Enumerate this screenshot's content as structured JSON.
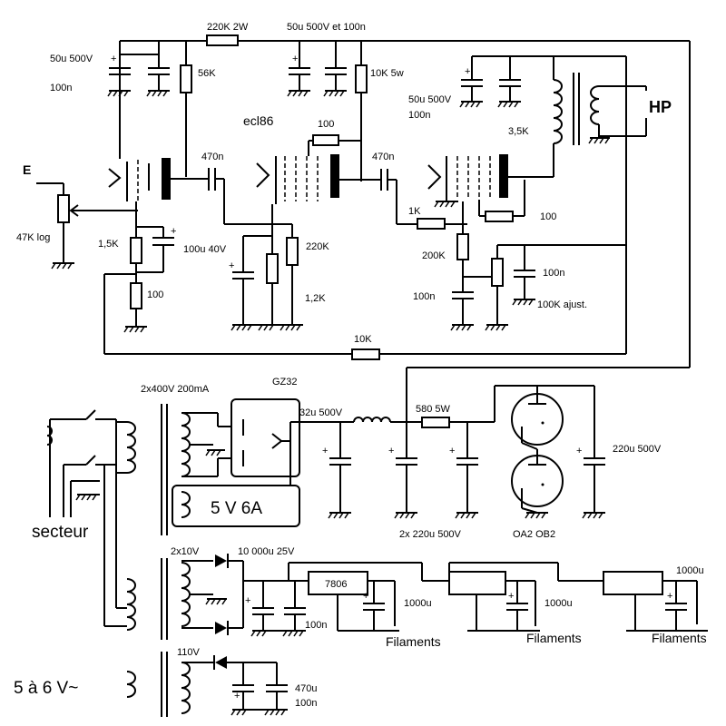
{
  "labels": {
    "top_220k": "220K 2W",
    "top_50u_100n": "50u 500V et 100n",
    "left_50u": "50u 500V",
    "left_100n": "100n",
    "r56k": "56K",
    "r10k5w": "10K 5w",
    "tube": "ecl86",
    "r100_top": "100",
    "mid_50u": "50u 500V",
    "mid_100n": "100n",
    "ot_35k": "3,5K",
    "hp": "HP",
    "input_e": "E",
    "pot_47k": "47K log",
    "r15k": "1,5K",
    "c100u": "100u 40V",
    "r100_left": "100",
    "c470n_1": "470n",
    "c470n_2": "470n",
    "r220k_mid": "220K",
    "r12k": "1,2K",
    "r1k": "1K",
    "r100_right": "100",
    "r200k": "200K",
    "c100n_mid": "100n",
    "c100n_right": "100n",
    "r100k_adj": "100K ajust.",
    "r10k_fb": "10K",
    "tr_2x400": "2x400V 200mA",
    "gz32": "GZ32",
    "c32u": "32u 500V",
    "r580": "580 5W",
    "c220u_right": "220u 500V",
    "fil_5v": "5 V 6A",
    "secteur": "secteur",
    "c2x220u": "2x 220u 500V",
    "oa2ob2": "OA2 OB2",
    "tr_2x10v": "2x10V",
    "c10000u": "10 000u 25V",
    "reg_7806": "7806",
    "c1000u_1": "1000u",
    "c1000u_2": "1000u",
    "c1000u_3": "1000u",
    "c100n_reg": "100n",
    "filaments_1": "Filaments",
    "filaments_2": "Filaments",
    "filaments_3": "Filaments",
    "tr_110v": "110V",
    "c470u": "470u",
    "c100n_bot": "100n",
    "src_5a6v": "5 à 6 V~"
  }
}
